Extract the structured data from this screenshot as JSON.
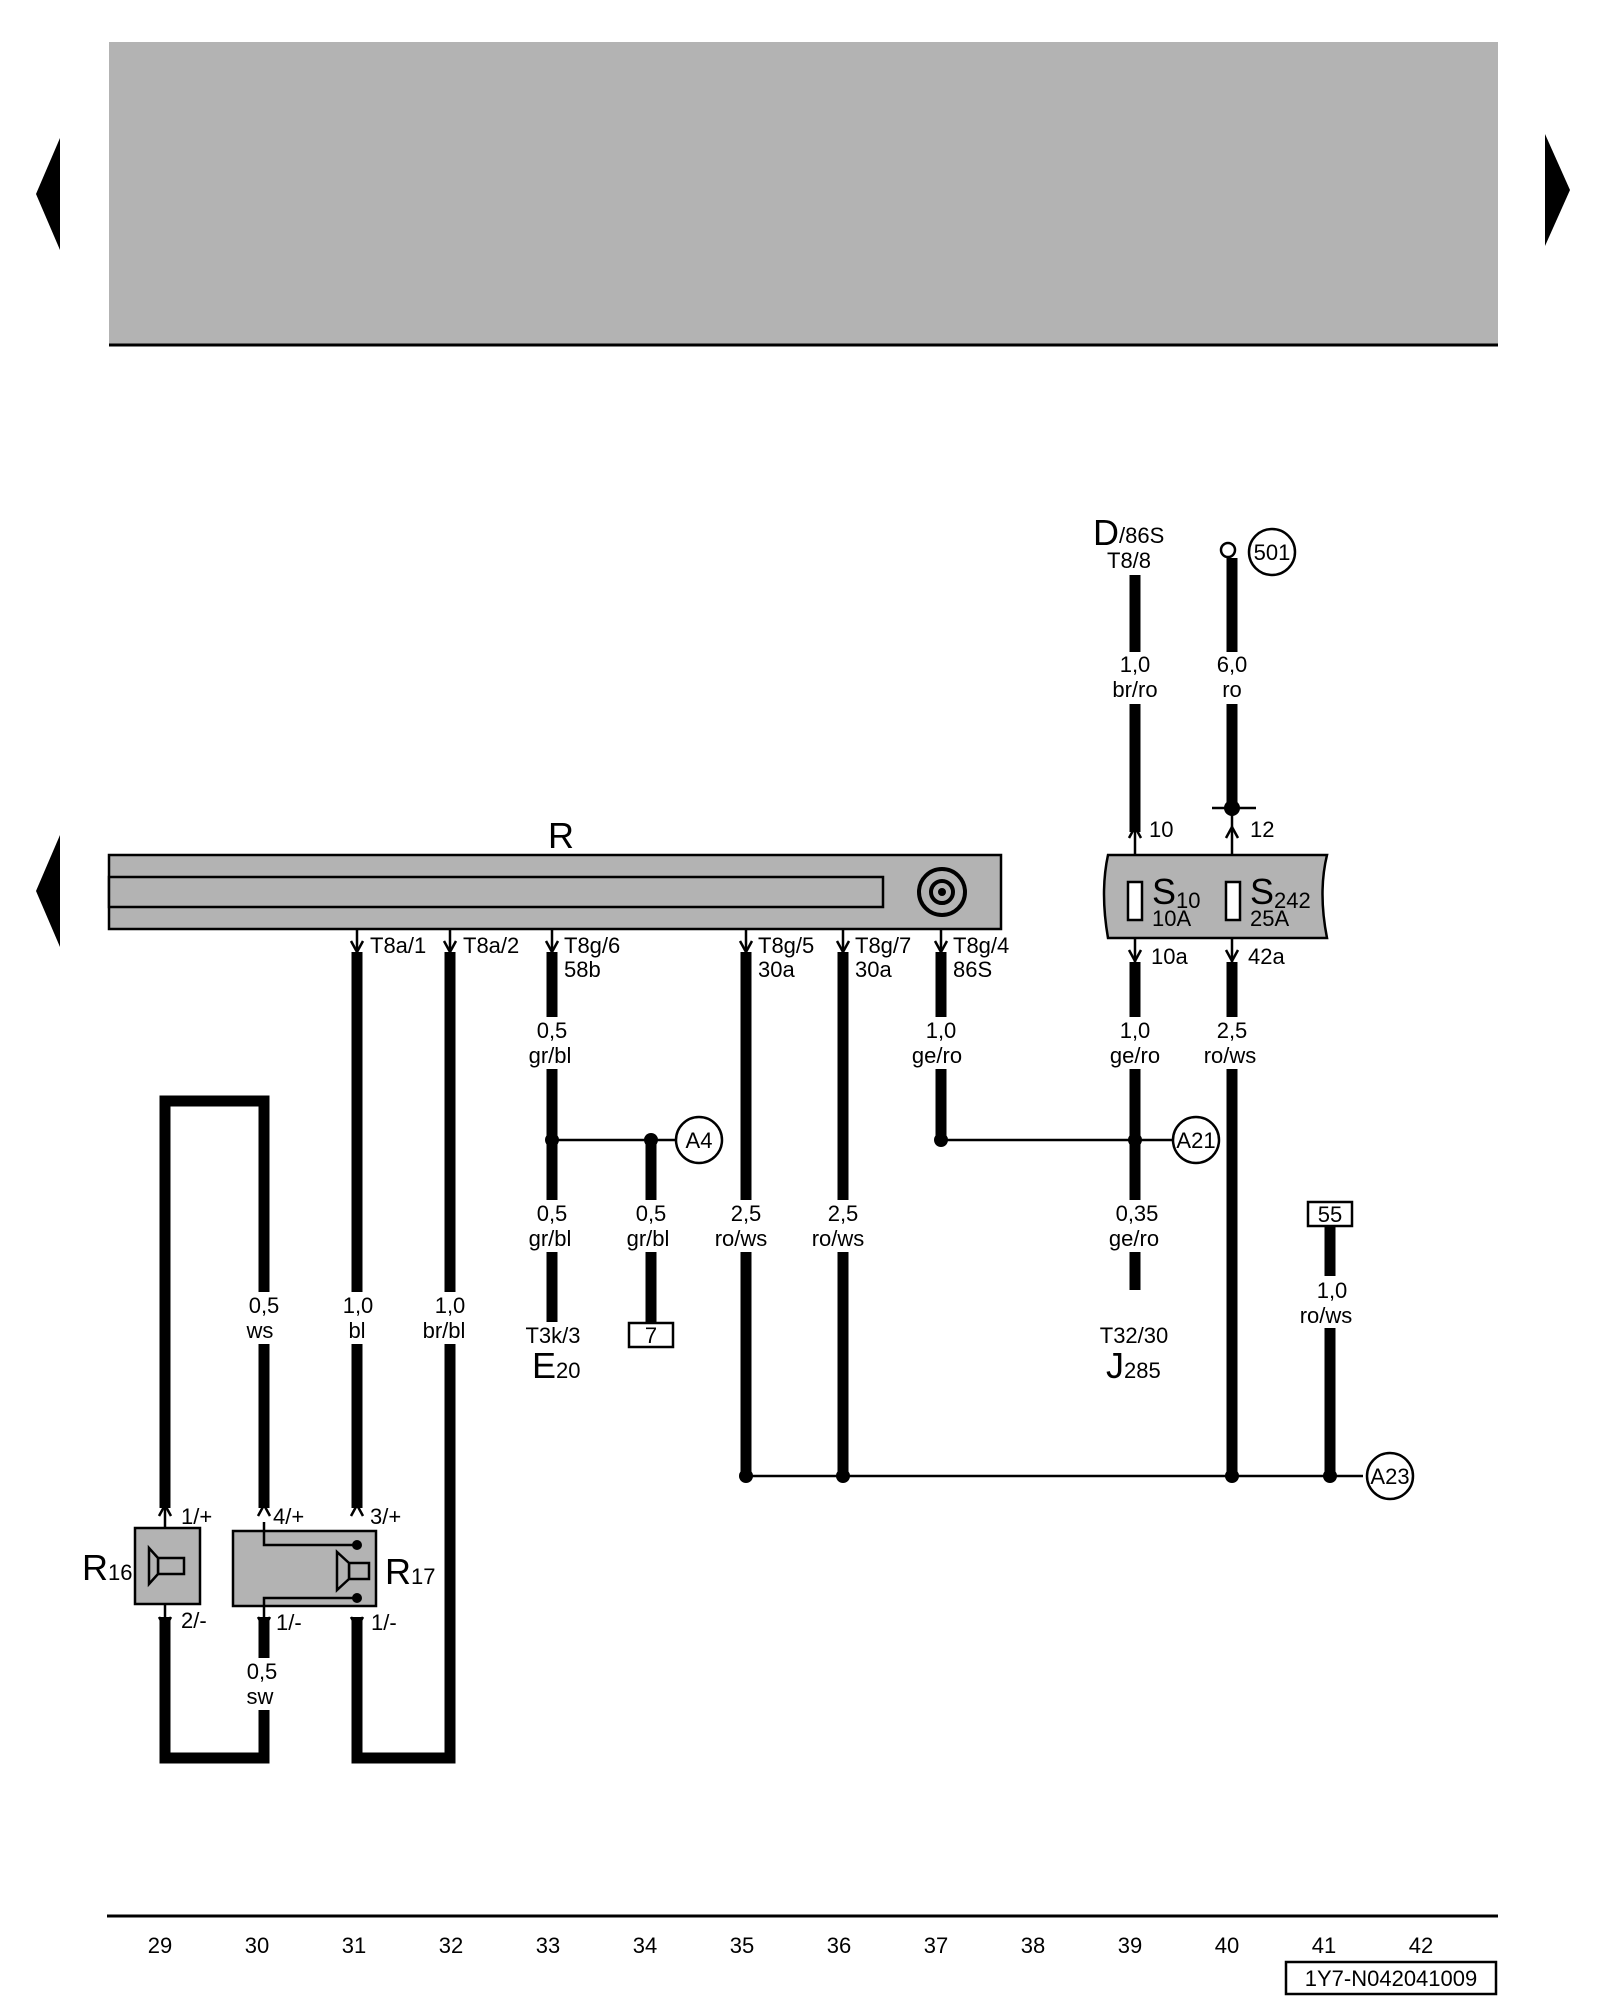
{
  "page": {
    "diagram_ref": "1Y7-N042041009",
    "nav": {
      "prev_page": "previous-page-arrow",
      "next_page": "next-page-arrow",
      "prev_section": "previous-section-arrow"
    }
  },
  "components": {
    "radio": {
      "code": "R"
    },
    "fuse_s10": {
      "code": "S",
      "sub": "10",
      "rating": "10A"
    },
    "fuse_s242": {
      "code": "S",
      "sub": "242",
      "rating": "25A"
    },
    "speaker_r16": {
      "code": "R",
      "sub": "16"
    },
    "speaker_r17": {
      "code": "R",
      "sub": "17"
    },
    "e20": {
      "code": "E",
      "sub": "20",
      "pin": "T3k/3"
    },
    "j285": {
      "code": "J",
      "sub": "285",
      "pin": "T32/30"
    },
    "ign_switch": {
      "code": "D",
      "sub": "/86S",
      "pin": "T8/8"
    }
  },
  "pins": {
    "t8a1": "T8a/1",
    "t8a2": "T8a/2",
    "t8g6": "T8g/6",
    "t8g6_term": "58b",
    "t8g5": "T8g/5",
    "t8g5_term": "30a",
    "t8g7": "T8g/7",
    "t8g7_term": "30a",
    "t8g4": "T8g/4",
    "t8g4_term": "86S",
    "fb_in_10": "10",
    "fb_in_12": "12",
    "fb_out_10a": "10a",
    "fb_out_42a": "42a",
    "r16_p1": "1/+",
    "r16_p2": "2/-",
    "r17_p4": "4/+",
    "r17_p3": "3/+",
    "r17_p1a": "1/-",
    "r17_p1b": "1/-"
  },
  "wires": {
    "w_d86s": {
      "size": "1,0",
      "color": "br/ro"
    },
    "w_501": {
      "size": "6,0",
      "color": "ro"
    },
    "w_10a": {
      "size": "1,0",
      "color": "ge/ro"
    },
    "w_42a": {
      "size": "2,5",
      "color": "ro/ws"
    },
    "w_t8g6": {
      "size": "0,5",
      "color": "gr/bl"
    },
    "w_t8g4": {
      "size": "1,0",
      "color": "ge/ro"
    },
    "w_e20": {
      "size": "0,5",
      "color": "gr/bl"
    },
    "w_ref7": {
      "size": "0,5",
      "color": "gr/bl"
    },
    "w_t8g5": {
      "size": "2,5",
      "color": "ro/ws"
    },
    "w_t8g7": {
      "size": "2,5",
      "color": "ro/ws"
    },
    "w_j285": {
      "size": "0,35",
      "color": "ge/ro"
    },
    "w_ref55": {
      "size": "1,0",
      "color": "ro/ws"
    },
    "w_c30": {
      "size": "0,5",
      "color": "ws"
    },
    "w_c31": {
      "size": "1,0",
      "color": "bl"
    },
    "w_c32": {
      "size": "1,0",
      "color": "br/bl"
    },
    "w_sw": {
      "size": "0,5",
      "color": "sw"
    }
  },
  "connectors": {
    "a4": "A4",
    "a21": "A21",
    "a23": "A23",
    "c501": "501"
  },
  "references": {
    "ref7": "7",
    "ref55": "55"
  },
  "columns": [
    "29",
    "30",
    "31",
    "32",
    "33",
    "34",
    "35",
    "36",
    "37",
    "38",
    "39",
    "40",
    "41",
    "42"
  ]
}
